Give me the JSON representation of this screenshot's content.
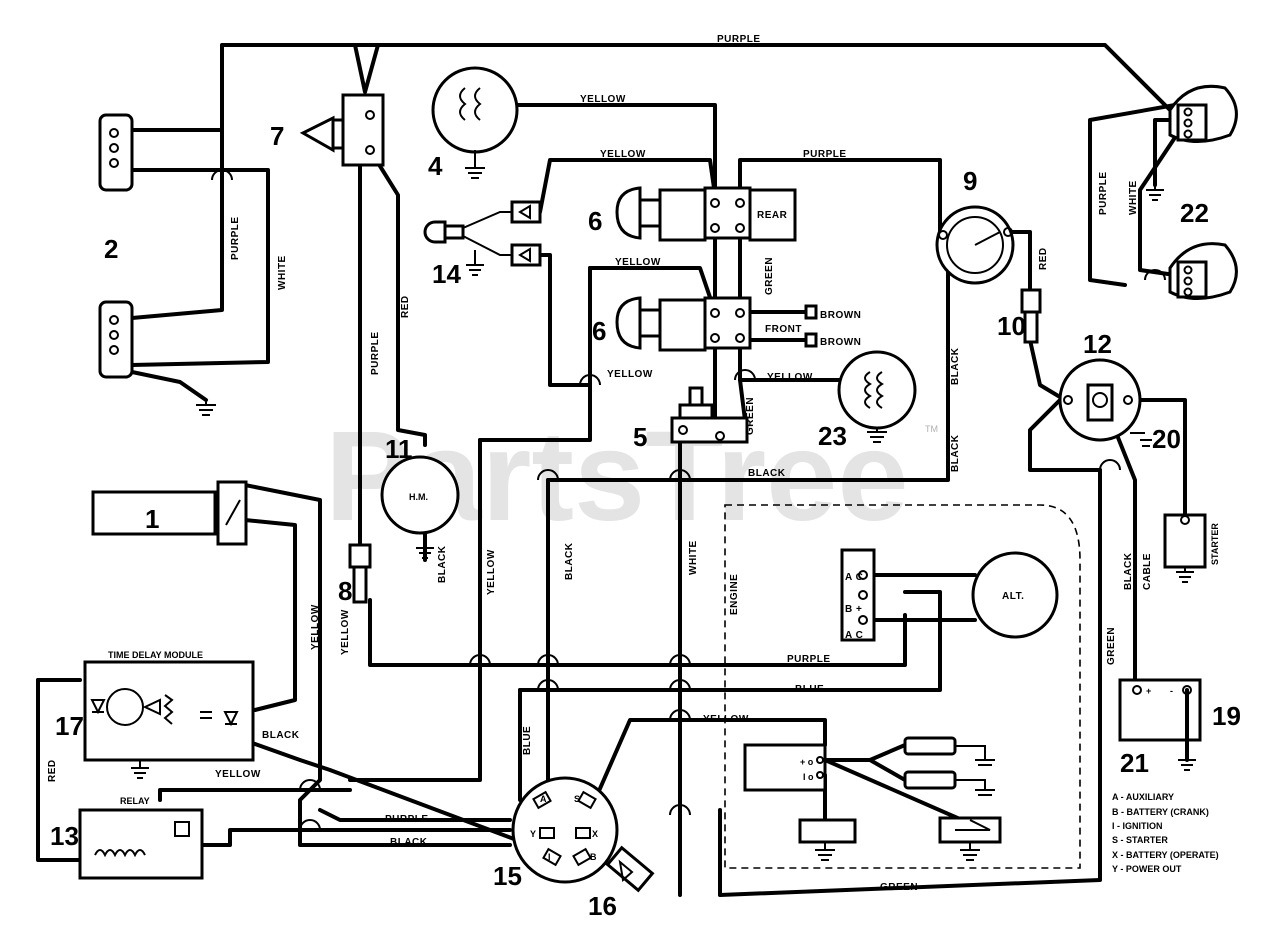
{
  "watermark": "PartsTree",
  "watermark_tm": "TM",
  "component_numbers": {
    "n1": "1",
    "n2": "2",
    "n4": "4",
    "n5": "5",
    "n6a": "6",
    "n6b": "6",
    "n7": "7",
    "n8": "8",
    "n9": "9",
    "n10": "10",
    "n11": "11",
    "n12": "12",
    "n13": "13",
    "n14": "14",
    "n15": "15",
    "n16": "16",
    "n17": "17",
    "n19": "19",
    "n20": "20",
    "n21": "21",
    "n22": "22",
    "n23": "23"
  },
  "component_labels": {
    "rear": "REAR",
    "front": "FRONT",
    "hour_meter": "H.M.",
    "alternator": "ALT.",
    "time_delay_module": "TIME DELAY MODULE",
    "relay": "RELAY",
    "engine": "ENGINE",
    "starter": "STARTER",
    "cable": "CABLE",
    "ac_top": "A C",
    "b_plus": "B +",
    "ac_bottom": "A C",
    "plus_sign": "+",
    "minus_sign": "-",
    "coil_plus": "+ o",
    "coil_i": "I o",
    "sw_a": "A",
    "sw_s": "S",
    "sw_i": "I",
    "sw_b": "B",
    "sw_x": "X",
    "sw_y": "Y"
  },
  "wire_labels": {
    "purple_top": "PURPLE",
    "yellow_4": "YELLOW",
    "yellow_6a": "YELLOW",
    "purple_6a": "PURPLE",
    "green_6": "GREEN",
    "yellow_6b": "YELLOW",
    "yellow_6b_low": "YELLOW",
    "yellow_23": "YELLOW",
    "brown_1": "BROWN",
    "brown_2": "BROWN",
    "green_5": "GREEN",
    "black_5": "BLACK",
    "black_right": "BLACK",
    "black_right2": "BLACK",
    "red_9": "RED",
    "purple_2": "PURPLE",
    "white_2": "WHITE",
    "purple_7": "PURPLE",
    "red_7": "RED",
    "black_11": "BLACK",
    "yellow_1": "YELLOW",
    "yellow_8": "YELLOW",
    "yellow_mid": "YELLOW",
    "black_mid": "BLACK",
    "white_mid": "WHITE",
    "purple_alt": "PURPLE",
    "blue_alt": "BLUE",
    "yellow_coil": "YELLOW",
    "blue_15": "BLUE",
    "black_17": "BLACK",
    "yellow_17": "YELLOW",
    "red_13": "RED",
    "purple_15": "PURPLE",
    "black_15": "BLACK",
    "green_bottom": "GREEN",
    "green_right": "GREEN",
    "black_cable": "BLACK",
    "purple_22": "PURPLE",
    "white_22": "WHITE"
  },
  "legend": [
    "A - AUXILIARY",
    "B - BATTERY (CRANK)",
    "I - IGNITION",
    "S - STARTER",
    "X - BATTERY (OPERATE)",
    "Y - POWER OUT"
  ]
}
